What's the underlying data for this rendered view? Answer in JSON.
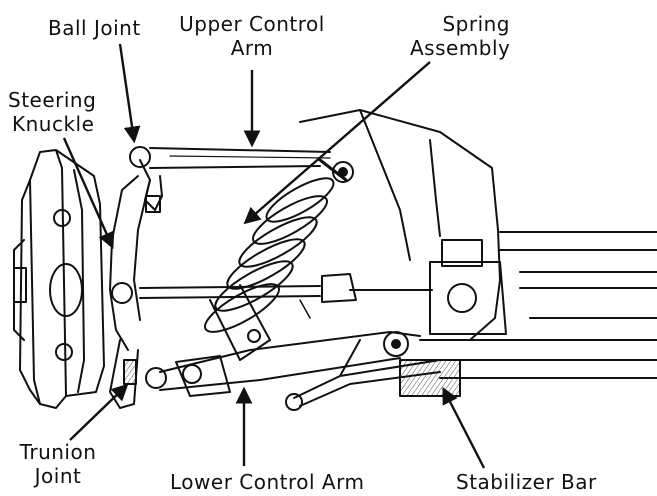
{
  "labels": {
    "ball_joint": "Ball Joint",
    "upper_control_arm_1": "Upper Control",
    "upper_control_arm_2": "Arm",
    "spring_assembly_1": "Spring",
    "spring_assembly_2": "Assembly",
    "steering_knuckle_1": "Steering",
    "steering_knuckle_2": "Knuckle",
    "trunion_joint_1": "Trunion",
    "trunion_joint_2": "Joint",
    "lower_control_arm": "Lower Control Arm",
    "stabilizer_bar": "Stabilizer Bar"
  },
  "colors": {
    "ink": "#111111",
    "paper": "#ffffff",
    "shade": "#777777"
  }
}
